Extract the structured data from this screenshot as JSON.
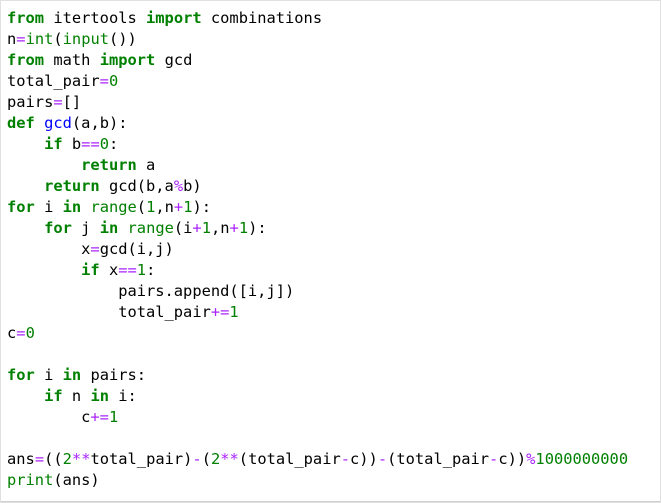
{
  "editor": {
    "theme": {
      "keyword": "#008000",
      "operator": "#aa22ff",
      "number": "#008000",
      "function_def": "#0000ff",
      "builtin": "#008000",
      "text": "#000000"
    },
    "lines": [
      [
        {
          "t": "from",
          "c": "kw"
        },
        {
          "t": " itertools "
        },
        {
          "t": "import",
          "c": "kw"
        },
        {
          "t": " combinations"
        }
      ],
      [
        {
          "t": "n"
        },
        {
          "t": "=",
          "c": "op"
        },
        {
          "t": "int",
          "c": "bi"
        },
        {
          "t": "("
        },
        {
          "t": "input",
          "c": "bi"
        },
        {
          "t": "())"
        }
      ],
      [
        {
          "t": "from",
          "c": "kw"
        },
        {
          "t": " math "
        },
        {
          "t": "import",
          "c": "kw"
        },
        {
          "t": " gcd"
        }
      ],
      [
        {
          "t": "total_pair"
        },
        {
          "t": "=",
          "c": "op"
        },
        {
          "t": "0",
          "c": "num"
        }
      ],
      [
        {
          "t": "pairs"
        },
        {
          "t": "=",
          "c": "op"
        },
        {
          "t": "[]"
        }
      ],
      [
        {
          "t": "def",
          "c": "kw"
        },
        {
          "t": " "
        },
        {
          "t": "gcd",
          "c": "fn"
        },
        {
          "t": "(a,b):"
        }
      ],
      [
        {
          "t": "    "
        },
        {
          "t": "if",
          "c": "kw"
        },
        {
          "t": " b"
        },
        {
          "t": "==",
          "c": "op"
        },
        {
          "t": "0",
          "c": "num"
        },
        {
          "t": ":"
        }
      ],
      [
        {
          "t": "        "
        },
        {
          "t": "return",
          "c": "kw"
        },
        {
          "t": " a"
        }
      ],
      [
        {
          "t": "    "
        },
        {
          "t": "return",
          "c": "kw"
        },
        {
          "t": " gcd(b,a"
        },
        {
          "t": "%",
          "c": "op"
        },
        {
          "t": "b)"
        }
      ],
      [
        {
          "t": "for",
          "c": "kw"
        },
        {
          "t": " i "
        },
        {
          "t": "in",
          "c": "kw"
        },
        {
          "t": " "
        },
        {
          "t": "range",
          "c": "bi"
        },
        {
          "t": "("
        },
        {
          "t": "1",
          "c": "num"
        },
        {
          "t": ",n"
        },
        {
          "t": "+",
          "c": "op"
        },
        {
          "t": "1",
          "c": "num"
        },
        {
          "t": "):"
        }
      ],
      [
        {
          "t": "    "
        },
        {
          "t": "for",
          "c": "kw"
        },
        {
          "t": " j "
        },
        {
          "t": "in",
          "c": "kw"
        },
        {
          "t": " "
        },
        {
          "t": "range",
          "c": "bi"
        },
        {
          "t": "(i"
        },
        {
          "t": "+",
          "c": "op"
        },
        {
          "t": "1",
          "c": "num"
        },
        {
          "t": ",n"
        },
        {
          "t": "+",
          "c": "op"
        },
        {
          "t": "1",
          "c": "num"
        },
        {
          "t": "):"
        }
      ],
      [
        {
          "t": "        x"
        },
        {
          "t": "=",
          "c": "op"
        },
        {
          "t": "gcd(i,j)"
        }
      ],
      [
        {
          "t": "        "
        },
        {
          "t": "if",
          "c": "kw"
        },
        {
          "t": " x"
        },
        {
          "t": "==",
          "c": "op"
        },
        {
          "t": "1",
          "c": "num"
        },
        {
          "t": ":"
        }
      ],
      [
        {
          "t": "            pairs.append([i,j])"
        }
      ],
      [
        {
          "t": "            total_pair"
        },
        {
          "t": "+=",
          "c": "op"
        },
        {
          "t": "1",
          "c": "num"
        }
      ],
      [
        {
          "t": "c"
        },
        {
          "t": "=",
          "c": "op"
        },
        {
          "t": "0",
          "c": "num"
        }
      ],
      [],
      [
        {
          "t": "for",
          "c": "kw"
        },
        {
          "t": " i "
        },
        {
          "t": "in",
          "c": "kw"
        },
        {
          "t": " pairs:"
        }
      ],
      [
        {
          "t": "    "
        },
        {
          "t": "if",
          "c": "kw"
        },
        {
          "t": " n "
        },
        {
          "t": "in",
          "c": "kw"
        },
        {
          "t": " i:"
        }
      ],
      [
        {
          "t": "        c"
        },
        {
          "t": "+=",
          "c": "op"
        },
        {
          "t": "1",
          "c": "num"
        }
      ],
      [],
      [
        {
          "t": "ans"
        },
        {
          "t": "=",
          "c": "op"
        },
        {
          "t": "(("
        },
        {
          "t": "2",
          "c": "num"
        },
        {
          "t": "**",
          "c": "op"
        },
        {
          "t": "total_pair)"
        },
        {
          "t": "-",
          "c": "op"
        },
        {
          "t": "("
        },
        {
          "t": "2",
          "c": "num"
        },
        {
          "t": "**",
          "c": "op"
        },
        {
          "t": "(total_pair"
        },
        {
          "t": "-",
          "c": "op"
        },
        {
          "t": "c))"
        },
        {
          "t": "-",
          "c": "op"
        },
        {
          "t": "(total_pair"
        },
        {
          "t": "-",
          "c": "op"
        },
        {
          "t": "c))"
        },
        {
          "t": "%",
          "c": "op"
        },
        {
          "t": "1000000000",
          "c": "num"
        }
      ],
      [
        {
          "t": "print",
          "c": "bi"
        },
        {
          "t": "(ans)"
        }
      ]
    ]
  }
}
